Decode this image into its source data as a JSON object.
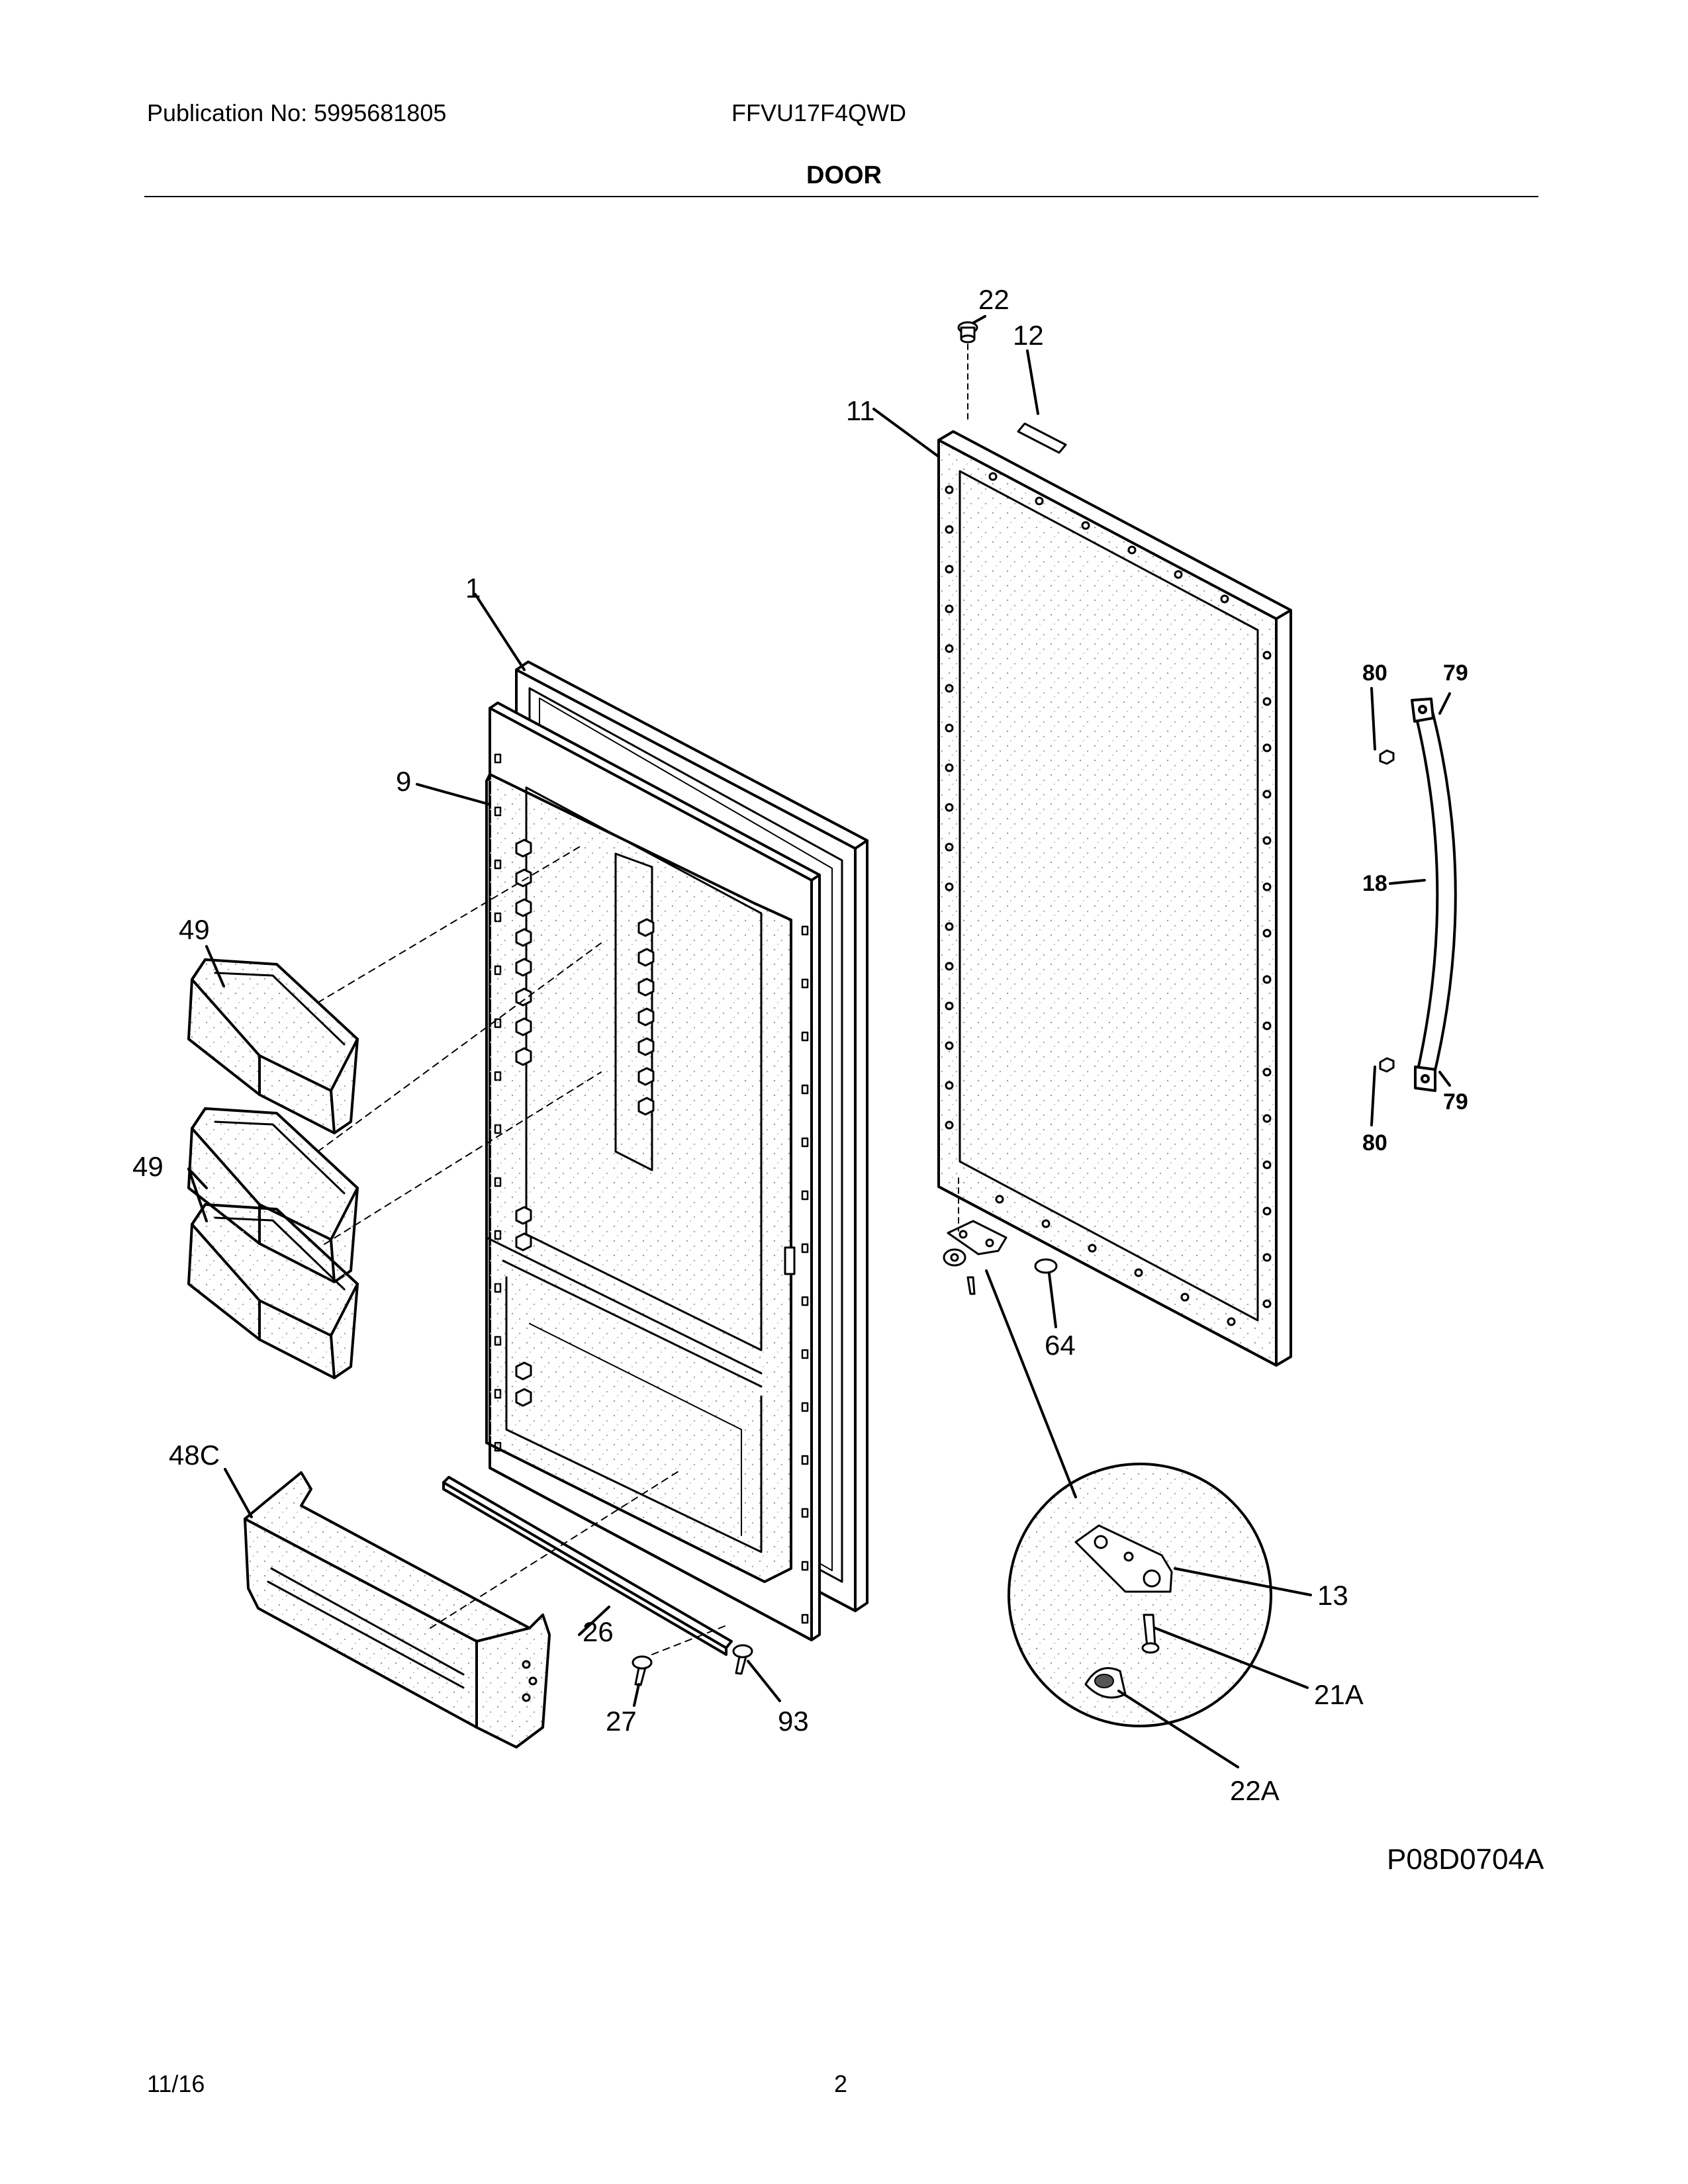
{
  "header": {
    "publication": "Publication No: 5995681805",
    "model": "FFVU17F4QWD",
    "section_title": "DOOR"
  },
  "diagram": {
    "callouts": {
      "c1": "1",
      "c9": "9",
      "c11": "11",
      "c12": "12",
      "c13": "13",
      "c18": "18",
      "c21A": "21A",
      "c22": "22",
      "c22A": "22A",
      "c26": "26",
      "c27": "27",
      "c48C": "48C",
      "c49a": "49",
      "c49b": "49",
      "c64": "64",
      "c79a": "79",
      "c79b": "79",
      "c80a": "80",
      "c80b": "80",
      "c93": "93"
    },
    "figure_code": "P08D0704A"
  },
  "footer": {
    "date": "11/16",
    "page": "2"
  }
}
